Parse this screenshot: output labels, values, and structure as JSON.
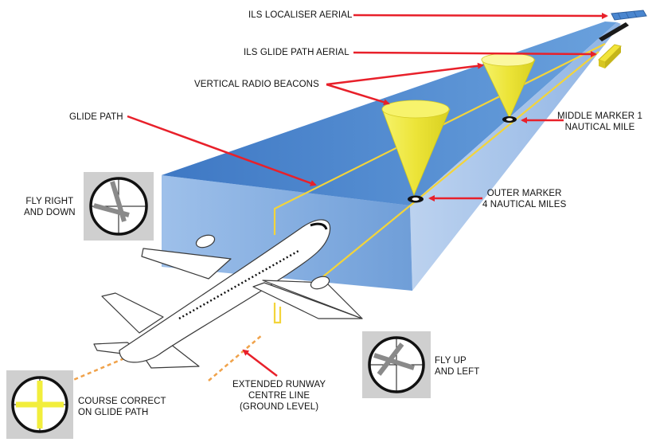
{
  "labels": {
    "localiser": "ILS LOCALISER AERIAL",
    "glide_path_aerial": "ILS GLIDE PATH AERIAL",
    "radio_beacons": "VERTICAL RADIO BEACONS",
    "glide_path": "GLIDE PATH",
    "middle_marker": [
      "MIDDLE MARKER 1",
      "NAUTICAL MILE"
    ],
    "outer_marker": [
      "OUTER MARKER",
      "4 NAUTICAL MILES"
    ],
    "fly_right_down": [
      "FLY RIGHT",
      "AND DOWN"
    ],
    "fly_up_left": [
      "FLY UP",
      "AND LEFT"
    ],
    "course_correct": [
      "COURSE CORRECT",
      "ON GLIDE PATH"
    ],
    "centre_line": [
      "EXTENDED RUNWAY",
      "CENTRE LINE",
      "(GROUND LEVEL)"
    ]
  },
  "colors": {
    "arrow": "#e8202a",
    "beam_top": "#4a86cf",
    "beam_side": "#9dbde8",
    "beam_end": "#7aa6dd",
    "beacon": "#f2ee3c",
    "glide_line": "#f3d43a",
    "centre_line": "#f0a24a",
    "instrument_bg": "#cfcfcf",
    "needle_grey": "#8a8a8a",
    "needle_yellow": "#f2ee3c"
  }
}
